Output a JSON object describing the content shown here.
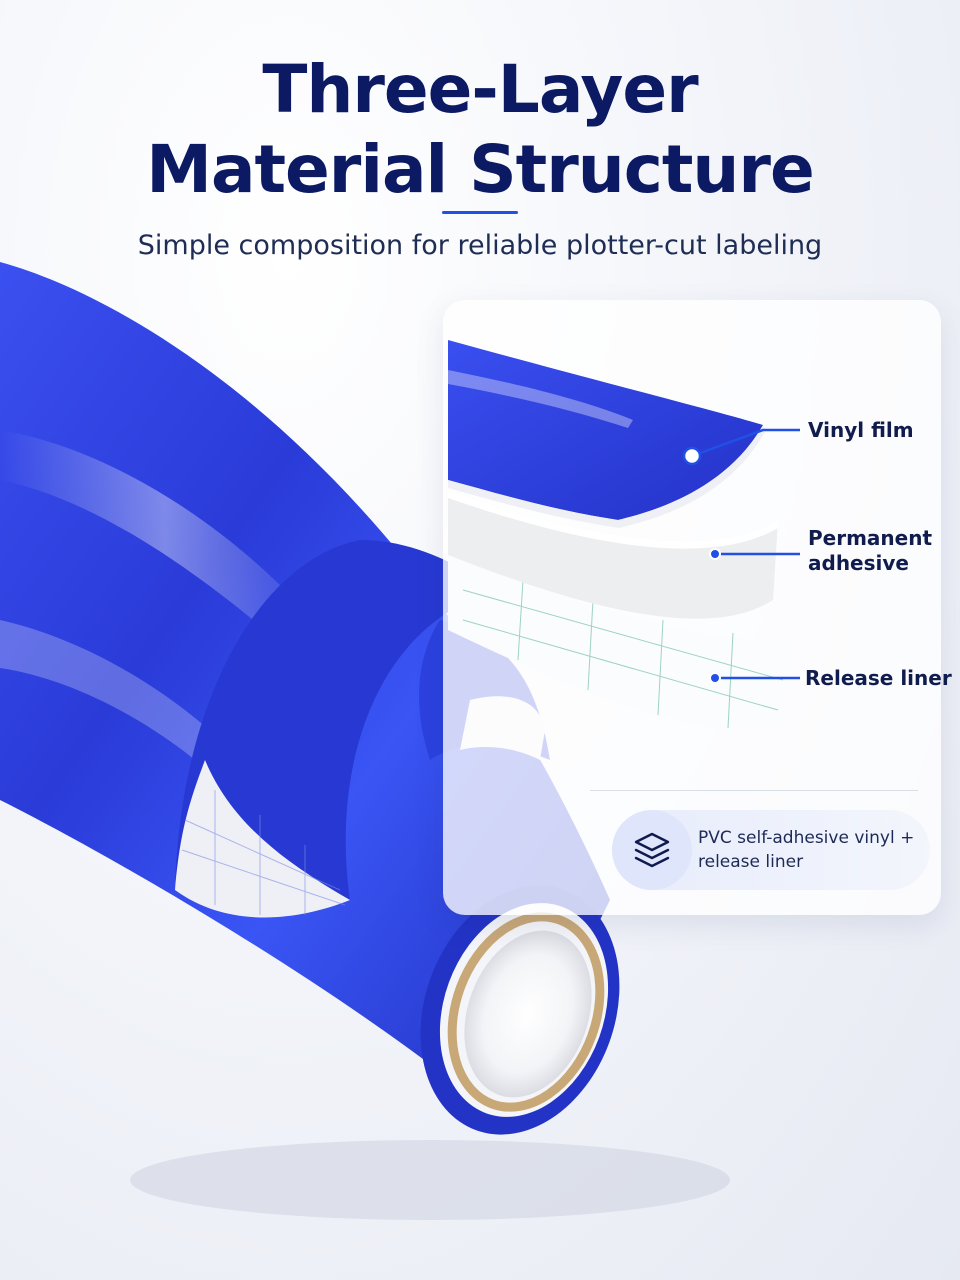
{
  "header": {
    "title_line_1": "Three-Layer",
    "title_line_2": "Material Structure",
    "subtitle": "Simple composition for reliable plotter-cut labeling"
  },
  "layers": [
    {
      "label_line_1": "Vinyl film",
      "label_line_2": ""
    },
    {
      "label_line_1": "Permanent",
      "label_line_2": "adhesive"
    },
    {
      "label_line_1": "Release liner",
      "label_line_2": ""
    }
  ],
  "note": {
    "icon": "layers-stack-icon",
    "text_line_1": "PVC self-adhesive vinyl +",
    "text_line_2": "release liner"
  },
  "colors": {
    "title": "#0b1a63",
    "accent": "#2150e6",
    "vinyl_blue": "#2a3ee0",
    "text": "#101c4e"
  }
}
